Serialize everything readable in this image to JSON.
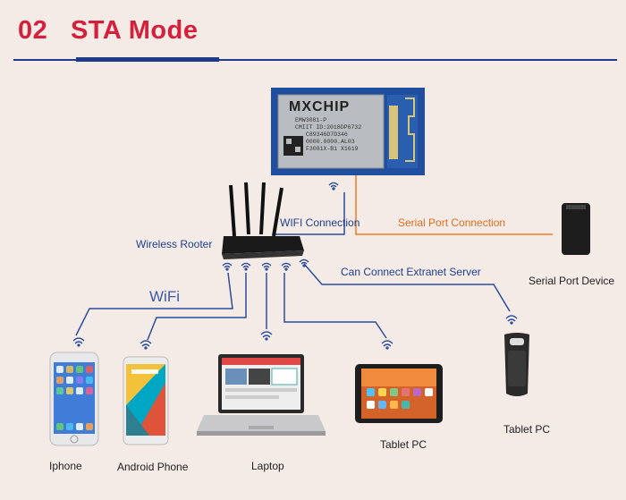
{
  "header": {
    "number": "02",
    "title": "STA Mode",
    "accent_color": "#d4203a",
    "rule_color": "#1e3b8c"
  },
  "module": {
    "brand": "MXCHIP",
    "lines": [
      "EMW3081-P",
      "CMIIT ID:2018DP6732",
      "C89346D7D346",
      "0000.0000.AL03",
      "F3081X-B1 X1619"
    ]
  },
  "labels": {
    "wireless_router": "Wireless Rooter",
    "wifi_connection": "WIFI Connection",
    "serial_port_connection": "Serial Port Connection",
    "serial_port_device": "Serial Port Device",
    "can_connect": "Can Connect Extranet Server",
    "wifi": "WiFi",
    "iphone": "Iphone",
    "android_phone": "Android Phone",
    "laptop": "Laptop",
    "tablet_pc_1": "Tablet PC",
    "tablet_pc_2": "Tablet PC"
  },
  "colors": {
    "link_blue": "#2b4d9c",
    "serial_orange": "#f07a22"
  },
  "icons": [
    "wifi-signal-icon",
    "router-icon",
    "module-chip-icon",
    "serial-device-icon",
    "iphone-icon",
    "android-phone-icon",
    "laptop-icon",
    "tablet-icon",
    "tablet-pc-device-icon"
  ]
}
